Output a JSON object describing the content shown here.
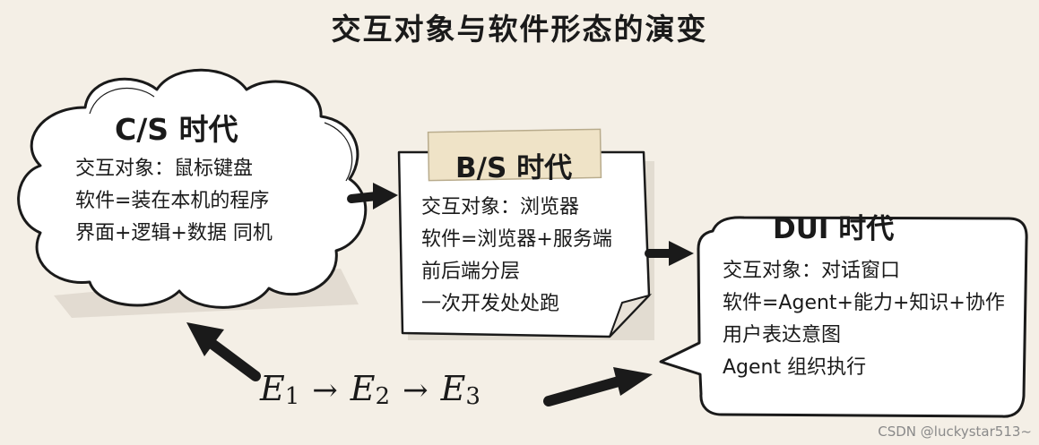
{
  "title": "交互对象与软件形态的演变",
  "blocks": {
    "cs": {
      "title": "C/S 时代",
      "lines": [
        "交互对象：鼠标键盘",
        "软件=装在本机的程序",
        "界面+逻辑+数据 同机"
      ]
    },
    "bs": {
      "title": "B/S 时代",
      "lines": [
        "交互对象：浏览器",
        "软件=浏览器+服务端",
        "前后端分层",
        "一次开发处处跑"
      ]
    },
    "dui": {
      "title": "DUI 时代",
      "lines": [
        "交互对象：对话窗口",
        "软件=Agent+能力+知识+协作",
        "用户表达意图",
        "Agent 组织执行"
      ]
    }
  },
  "evolution": {
    "e1": "E",
    "e1_sub": "1",
    "e2": "E",
    "e2_sub": "2",
    "e3": "E",
    "e3_sub": "3",
    "arrow": "→"
  },
  "watermark": "CSDN @luckystar513~"
}
